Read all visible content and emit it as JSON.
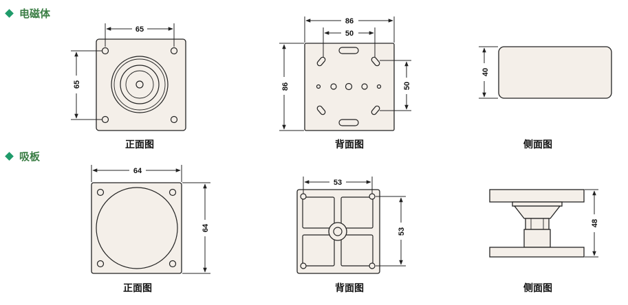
{
  "sections": {
    "electromagnet": {
      "title": "电磁体"
    },
    "plate": {
      "title": "吸板"
    }
  },
  "captions": {
    "front": "正面图",
    "back": "背面图",
    "side": "侧面图"
  },
  "dimensions": {
    "em_front_width": "65",
    "em_front_height": "65",
    "em_back_width": "86",
    "em_back_inner": "50",
    "em_back_height": "86",
    "em_back_right": "50",
    "em_side_height": "40",
    "plate_front_width": "64",
    "plate_front_height": "64",
    "plate_back_width": "53",
    "plate_back_height": "53",
    "plate_side_height": "48"
  },
  "colors": {
    "title_green": "#3a7d44",
    "diamond_green": "#1f9b6a",
    "part_fill": "#f4efe9",
    "outline": "#222222"
  }
}
